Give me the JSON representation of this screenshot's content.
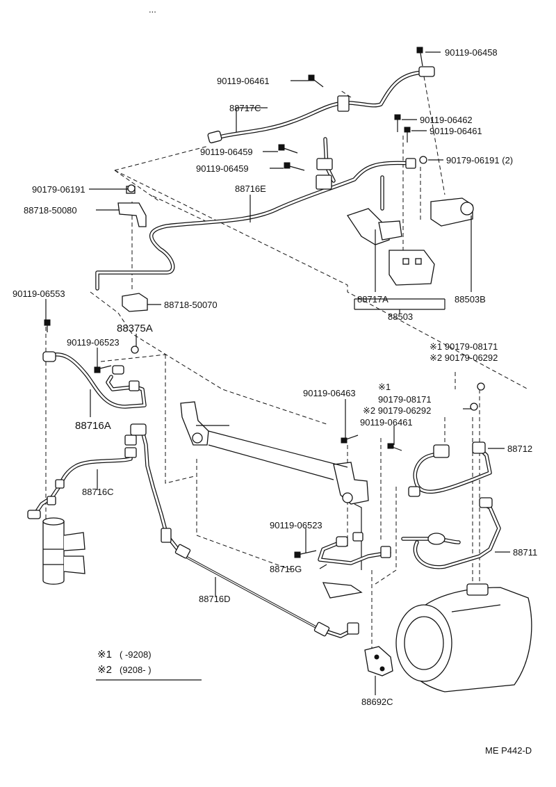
{
  "diagram": {
    "code": "ME P442-D",
    "top_mark": "...",
    "legend": [
      {
        "mark": "※1",
        "range": "(      -9208)"
      },
      {
        "mark": "※2",
        "range": "(9208-      )"
      }
    ],
    "labels": {
      "p_90119_06458": "90119-06458",
      "p_90119_06461_top": "90119-06461",
      "p_88717C": "88717C",
      "p_90119_06462": "90119-06462",
      "p_90119_06461_b": "90119-06461",
      "p_90119_06459_a": "90119-06459",
      "p_90119_06459_b": "90119-06459",
      "p_90179_06191_2": "90179-06191 (2)",
      "p_90179_06191": "90179-06191",
      "p_88716E": "88716E",
      "p_88718_50080": "88718-50080",
      "p_90119_06553": "90119-06553",
      "p_88718_50070": "88718-50070",
      "p_88717A": "88717A",
      "p_88503B": "88503B",
      "p_88503": "88503",
      "p_88375A": "88375A",
      "p_90119_06523_a": "90119-06523",
      "p_x1_90179_08171": "※1 90179-08171",
      "p_x2_90179_06292": "※2 90179-06292",
      "p_88716A": "88716A",
      "p_90119_06463": "90119-06463",
      "p_x1": "※1",
      "p_90179_08171": "90179-08171",
      "p_x2b": "※2 90179-06292",
      "p_90119_06461_c": "90119-06461",
      "p_88712": "88712",
      "p_88716C": "88716C",
      "p_90119_06523_b": "90119-06523",
      "p_88715G": "88715G",
      "p_88711": "88711",
      "p_88716D": "88716D",
      "p_88692C": "88692C"
    }
  }
}
